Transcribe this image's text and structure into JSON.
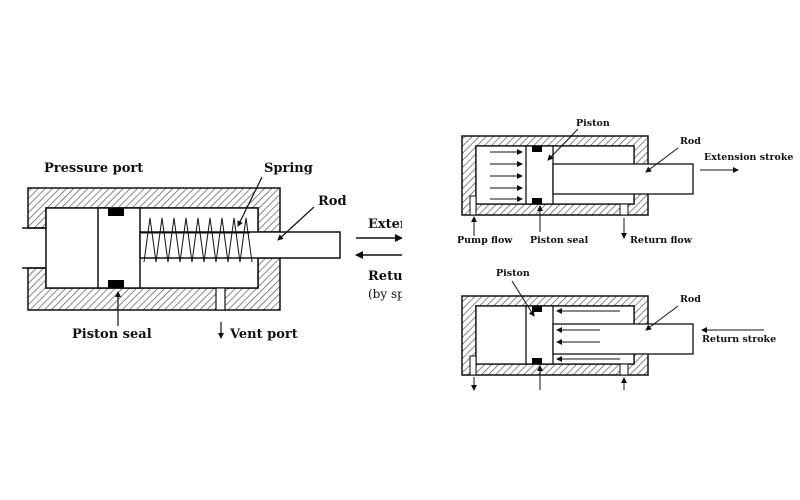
{
  "left_diagram": {
    "pressure_port": "Pressure  port",
    "spring": "Spring",
    "rod": "Rod",
    "piston_seal": "Piston seal",
    "vent_port": "Vent port",
    "extension_partial": "Exten",
    "return_partial": "Retur",
    "by_spring_partial": "(by sp"
  },
  "top_right": {
    "piston": "Piston",
    "rod": "Rod",
    "extension_stroke": "Extension  stroke",
    "pump_flow": "Pump flow",
    "piston_seal": "Piston seal",
    "return_flow": "Return flow"
  },
  "bottom_right": {
    "piston": "Piston",
    "rod": "Rod",
    "return_stroke": "Return  stroke"
  },
  "colors": {
    "line": "#111111",
    "hatch": "#555555",
    "seal": "#000000",
    "background": "#ffffff"
  }
}
